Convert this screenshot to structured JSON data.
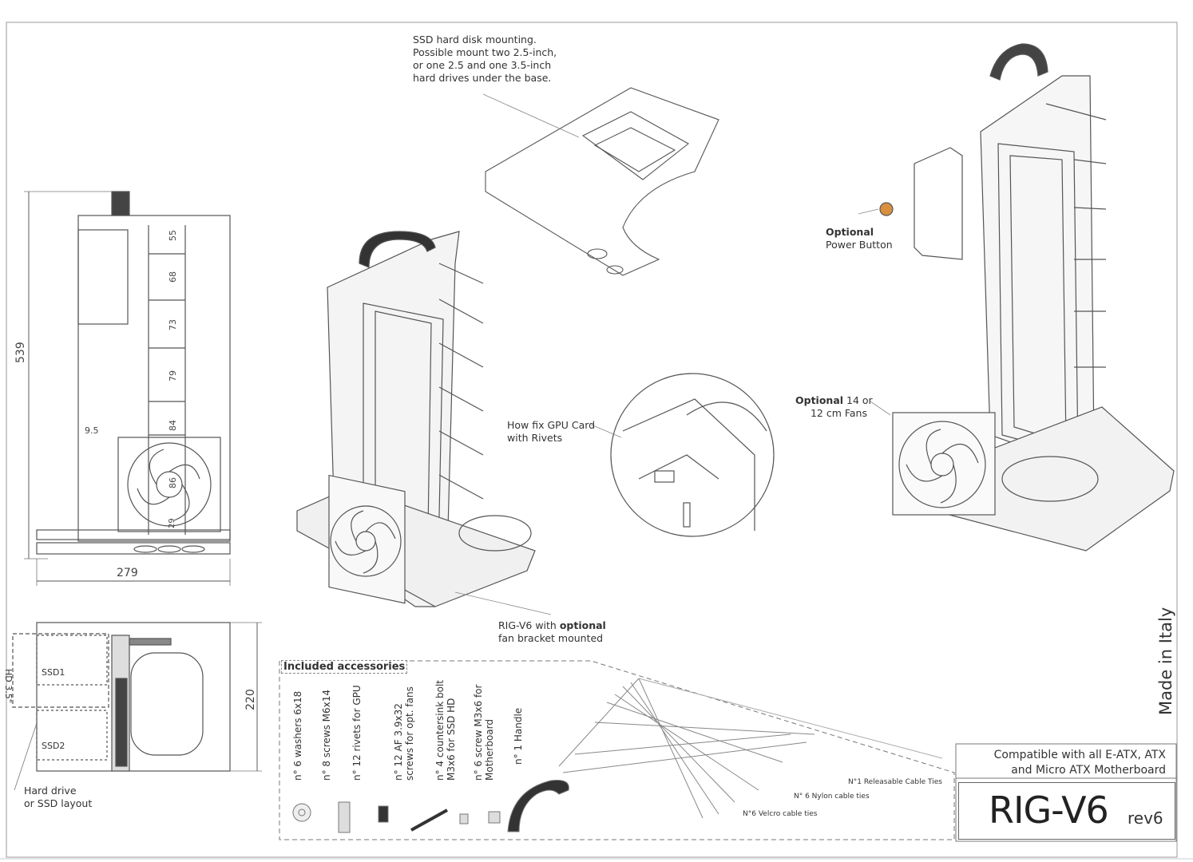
{
  "labels": {
    "ssd_mount": [
      "SSD hard disk mounting.",
      "Possible mount two 2.5-inch,",
      "or one 2.5 and one 3.5-inch",
      "hard drives under the base."
    ],
    "power_button_a": "Optional",
    "power_button_b": "Power Button",
    "fans_a": "Optional",
    "fans_b": " 14 or",
    "fans_c": "12 cm Fans",
    "gpu_fix": [
      "How fix GPU Card",
      "with Rivets"
    ],
    "rig_mounted_a": "RIG-V6 with ",
    "rig_mounted_b": "optional",
    "rig_mounted_c": "fan bracket mounted",
    "hdd_layout": [
      "Hard drive",
      "or SSD layout"
    ],
    "ssd1": "SSD1",
    "ssd2": "SSD2",
    "hd35": "HD 3.5\""
  },
  "dimensions": {
    "height": "539",
    "width": "279",
    "depth": "220",
    "d55": "55",
    "d68": "68",
    "d73": "73",
    "d79": "79",
    "d84": "84",
    "d86": "86",
    "d29": "29",
    "d95": "9.5"
  },
  "accessories": {
    "title": "Included accessories",
    "items": [
      "n° 6 washers 6x18",
      "n° 8 screws M6x14",
      "n° 12 rivets for GPU",
      "n° 12 AF 3.9x32 screws for opt. fans",
      "n° 4 countersink bolt M3x6 for SSD HD",
      "n° 6 screw M3x6 for Motherboard",
      "n° 1 Handle"
    ],
    "ties": [
      "N°1 Releasable Cable Ties",
      "N° 6 Nylon cable ties",
      "N°6 Velcro cable ties"
    ]
  },
  "title_block": {
    "compat_a": "Compatible with all E-ATX, ATX",
    "compat_b": "and Micro ATX Motherboard",
    "model": "RIG-V6",
    "rev": "rev6",
    "made_in": "Made in Italy"
  }
}
